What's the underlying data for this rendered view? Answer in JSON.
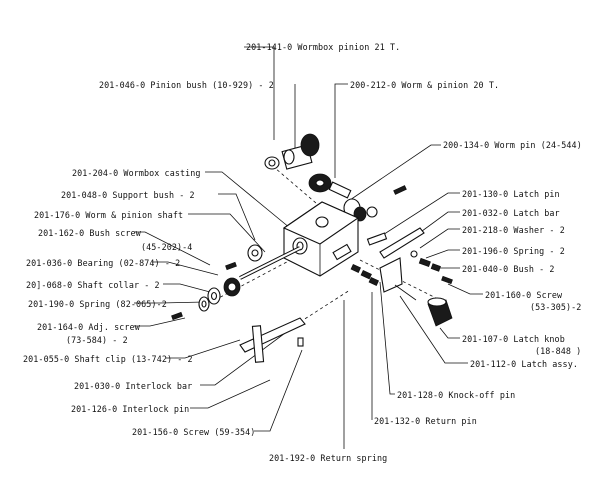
{
  "labels": {
    "l1": "201-141-0  Wormbox  pinion  21 T.",
    "l2": "201-046-0  Pinion  bush  (10-929) - 2",
    "l3": "200-212-0  Worm  &  pinion  20 T.",
    "l4": "200-134-0  Worm  pin  (24-544)",
    "l5": "201-204-0  Wormbox  casting",
    "l6": "201-048-0  Support  bush - 2",
    "l7": "201-176-0  Worm  &  pinion  shaft",
    "l8": "201-162-0  Bush  screw",
    "l8b": "(45-202)-4",
    "l9": "201-036-0  Bearing  (02-874) - 2",
    "l10": "20]-068-0  Shaft  collar - 2",
    "l11": "201-190-0  Spring  (82-065)-2",
    "l12": "201-164-0  Adj. screw",
    "l12b": "(73-584) - 2",
    "l13": "201-055-0  Shaft  clip  (13-742) - 2",
    "l14": "201-030-0  Interlock  bar",
    "l15": "201-126-0  Interlock  pin",
    "l16": "201-156-0  Screw  (59-354)",
    "l17": "201-192-0  Return  spring",
    "l18": "201-130-0  Latch  pin",
    "l19": "201-032-0  Latch  bar",
    "l20": "201-218-0  Washer - 2",
    "l21": "201-196-0  Spring - 2",
    "l22": "201-040-0  Bush - 2",
    "l23": "201-160-0  Screw",
    "l23b": "(53-305)-2",
    "l24": "201-107-0  Latch  knob",
    "l24b": "(18-848 )",
    "l25": "201-112-0  Latch  assy.",
    "l26": "201-128-0  Knock-off  pin",
    "l27": "201-132-0  Return  pin"
  }
}
